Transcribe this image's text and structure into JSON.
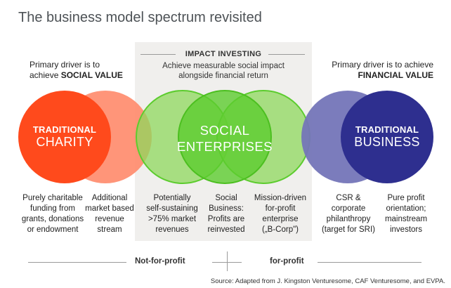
{
  "title": "The business model spectrum revisited",
  "impact": {
    "heading": "IMPACT INVESTING",
    "sub_line1": "Achieve measurable social impact",
    "sub_line2": "alongside financial return"
  },
  "left_driver": {
    "line1": "Primary driver is to",
    "line2_prefix": "achieve ",
    "line2_bold": "SOCIAL VALUE"
  },
  "right_driver": {
    "line1": "Primary driver is to achieve",
    "line2_bold": "FINANCIAL VALUE"
  },
  "circles": {
    "charity": {
      "line1": "TRADITIONAL",
      "line2": "CHARITY"
    },
    "social": {
      "line1": "SOCIAL",
      "line2": "ENTERPRISES"
    },
    "business": {
      "line1": "TRADITIONAL",
      "line2": "BUSINESS"
    }
  },
  "columns": [
    {
      "lines": [
        "Purely charitable",
        "funding from",
        "grants, donations",
        "or endowment"
      ]
    },
    {
      "lines": [
        "Additional",
        "market based",
        "revenue",
        "stream"
      ]
    },
    {
      "lines": [
        "Potentially",
        "self-sustaining",
        ">75% market",
        "revenues"
      ]
    },
    {
      "lines": [
        "Social",
        "Business:",
        "Profits are",
        "reinvested"
      ]
    },
    {
      "lines": [
        "Mission-driven",
        "for-profit",
        "enterprise",
        "(„B-Corp\")"
      ]
    },
    {
      "lines": [
        "CSR &",
        "corporate",
        "philanthropy",
        "(target for SRI)"
      ]
    },
    {
      "lines": [
        "Pure profit",
        "orientation;",
        "mainstream",
        "investors"
      ]
    }
  ],
  "bottom": {
    "left_label": "Not-for-profit",
    "right_label": "for-profit"
  },
  "source": "Source: Adapted from J. Kingston Venturesome, CAF Venturesome, and EVPA.",
  "colors": {
    "charity": "#ff4a1c",
    "charity_light": "#ff8a6a",
    "green_light": "#8fd85c",
    "green_mid": "#5ccc2e",
    "business": "#2e2f8f",
    "business_light": "#7475b8",
    "panel": "#f0efed"
  }
}
